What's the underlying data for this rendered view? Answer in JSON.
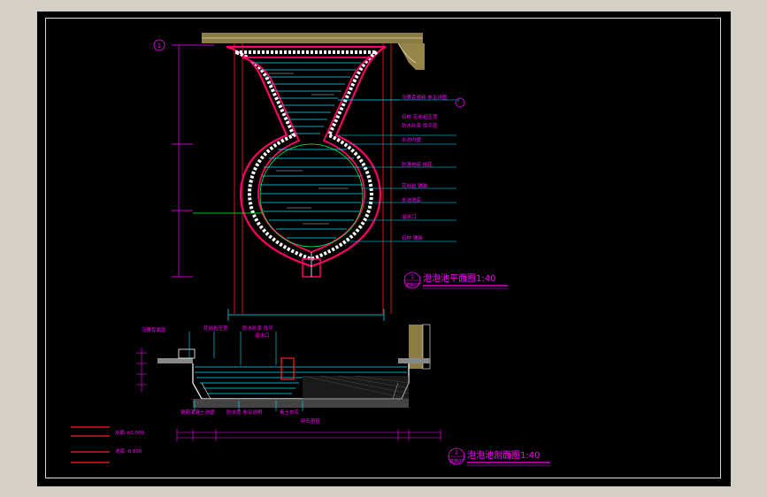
{
  "drawing": {
    "plan_title": "泡泡池平面图1:40",
    "plan_ref": "建施07",
    "plan_index": "1",
    "section_title": "泡泡池剖面图1:40",
    "section_ref": "建施07",
    "section_index": "2",
    "grid_bubble": "1",
    "plan_labels": [
      "马赛克瓷砖 参见详图",
      "石材 花岗岩压顶",
      "防水砂浆 找平层",
      "水池内壁",
      "防滑地砖 拼花",
      "花岗岩 铺装",
      "水池池底",
      "溢水口",
      "石材 铺装"
    ],
    "section_labels": [
      "马赛克面层",
      "花岗岩压顶",
      "防水砂浆 找平",
      "溢水口",
      "钢筋混凝土池壁",
      "防水层 参见说明",
      "素土夯实",
      "碎石垫层"
    ],
    "legend": [
      {
        "label": "水面 ±0.000",
        "color": "#ff2020"
      },
      {
        "label": "池底 -0.600",
        "color": "#ff2020"
      }
    ],
    "colors": {
      "background": "#000000",
      "frame": "#d8d8d8",
      "water": "#00e5ff",
      "outline": "#ff0066",
      "dim": "#ff00ff",
      "wall": "#ff2020",
      "title": "#ff00ff",
      "leader": "#00e5ff",
      "hatch": "#ffffff",
      "green": "#00ff40",
      "ochre": "#c8b060"
    }
  }
}
